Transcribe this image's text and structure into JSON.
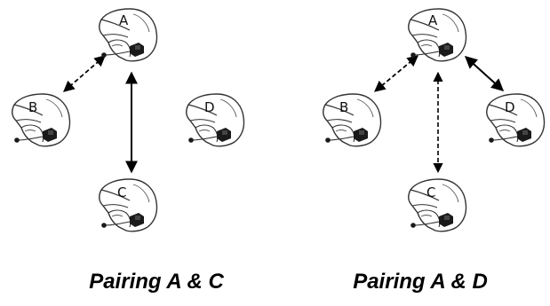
{
  "diagrams": [
    {
      "caption": "Pairing A & C",
      "helmets": [
        {
          "label": "A"
        },
        {
          "label": "B"
        },
        {
          "label": "C"
        },
        {
          "label": "D"
        }
      ],
      "links": [
        {
          "from": "A",
          "to": "B",
          "style": "dashed"
        },
        {
          "from": "A",
          "to": "C",
          "style": "solid"
        }
      ]
    },
    {
      "caption": "Pairing A & D",
      "helmets": [
        {
          "label": "A"
        },
        {
          "label": "B"
        },
        {
          "label": "C"
        },
        {
          "label": "D"
        }
      ],
      "links": [
        {
          "from": "A",
          "to": "B",
          "style": "dashed"
        },
        {
          "from": "A",
          "to": "C",
          "style": "dashed"
        },
        {
          "from": "A",
          "to": "D",
          "style": "solid"
        }
      ]
    }
  ],
  "colors": {
    "line": "#000000",
    "helmet_outline": "#333333",
    "intercom_unit": "#1a1a1a",
    "background": "#ffffff"
  },
  "icons": {
    "helmet": "motorcycle-helmet-icon"
  }
}
